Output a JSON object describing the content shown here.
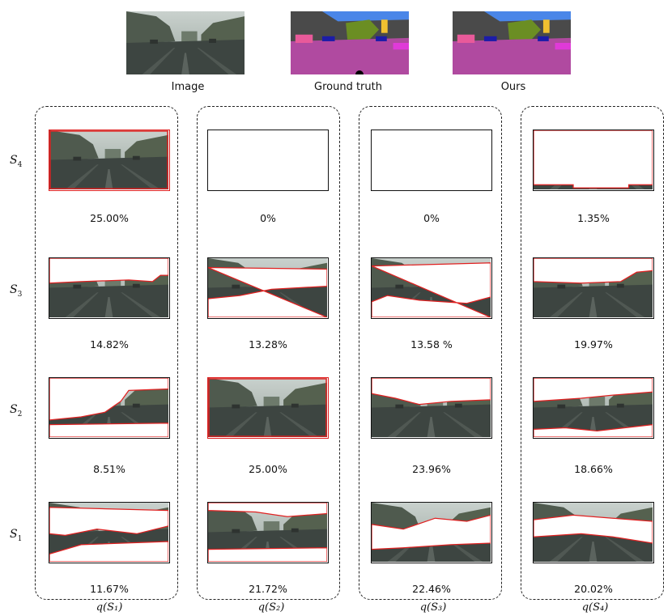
{
  "top": {
    "image_caption": "Image",
    "gt_caption": "Ground  truth",
    "ours_caption": "Ours"
  },
  "rows": [
    {
      "label_base": "S",
      "label_sub": "4"
    },
    {
      "label_base": "S",
      "label_sub": "3"
    },
    {
      "label_base": "S",
      "label_sub": "2"
    },
    {
      "label_base": "S",
      "label_sub": "1"
    }
  ],
  "groups": [
    {
      "label": "q(S₁)",
      "percents": [
        "25.00%",
        "14.82%",
        "8.51%",
        "11.67%"
      ]
    },
    {
      "label": "q(S₂)",
      "percents": [
        "0%",
        "13.28%",
        "25.00%",
        "21.72%"
      ]
    },
    {
      "label": "q(S₃)",
      "percents": [
        "0%",
        "13.58 %",
        "23.96%",
        "22.46%"
      ]
    },
    {
      "label": "q(S₄)",
      "percents": [
        "1.35%",
        "19.97%",
        "18.66%",
        "20.02%"
      ]
    }
  ],
  "colors": {
    "mask_outline": "#e02020",
    "scene_sky": "#b9c3bf",
    "scene_building": "#4c5a4a",
    "scene_road": "#3f4742"
  }
}
